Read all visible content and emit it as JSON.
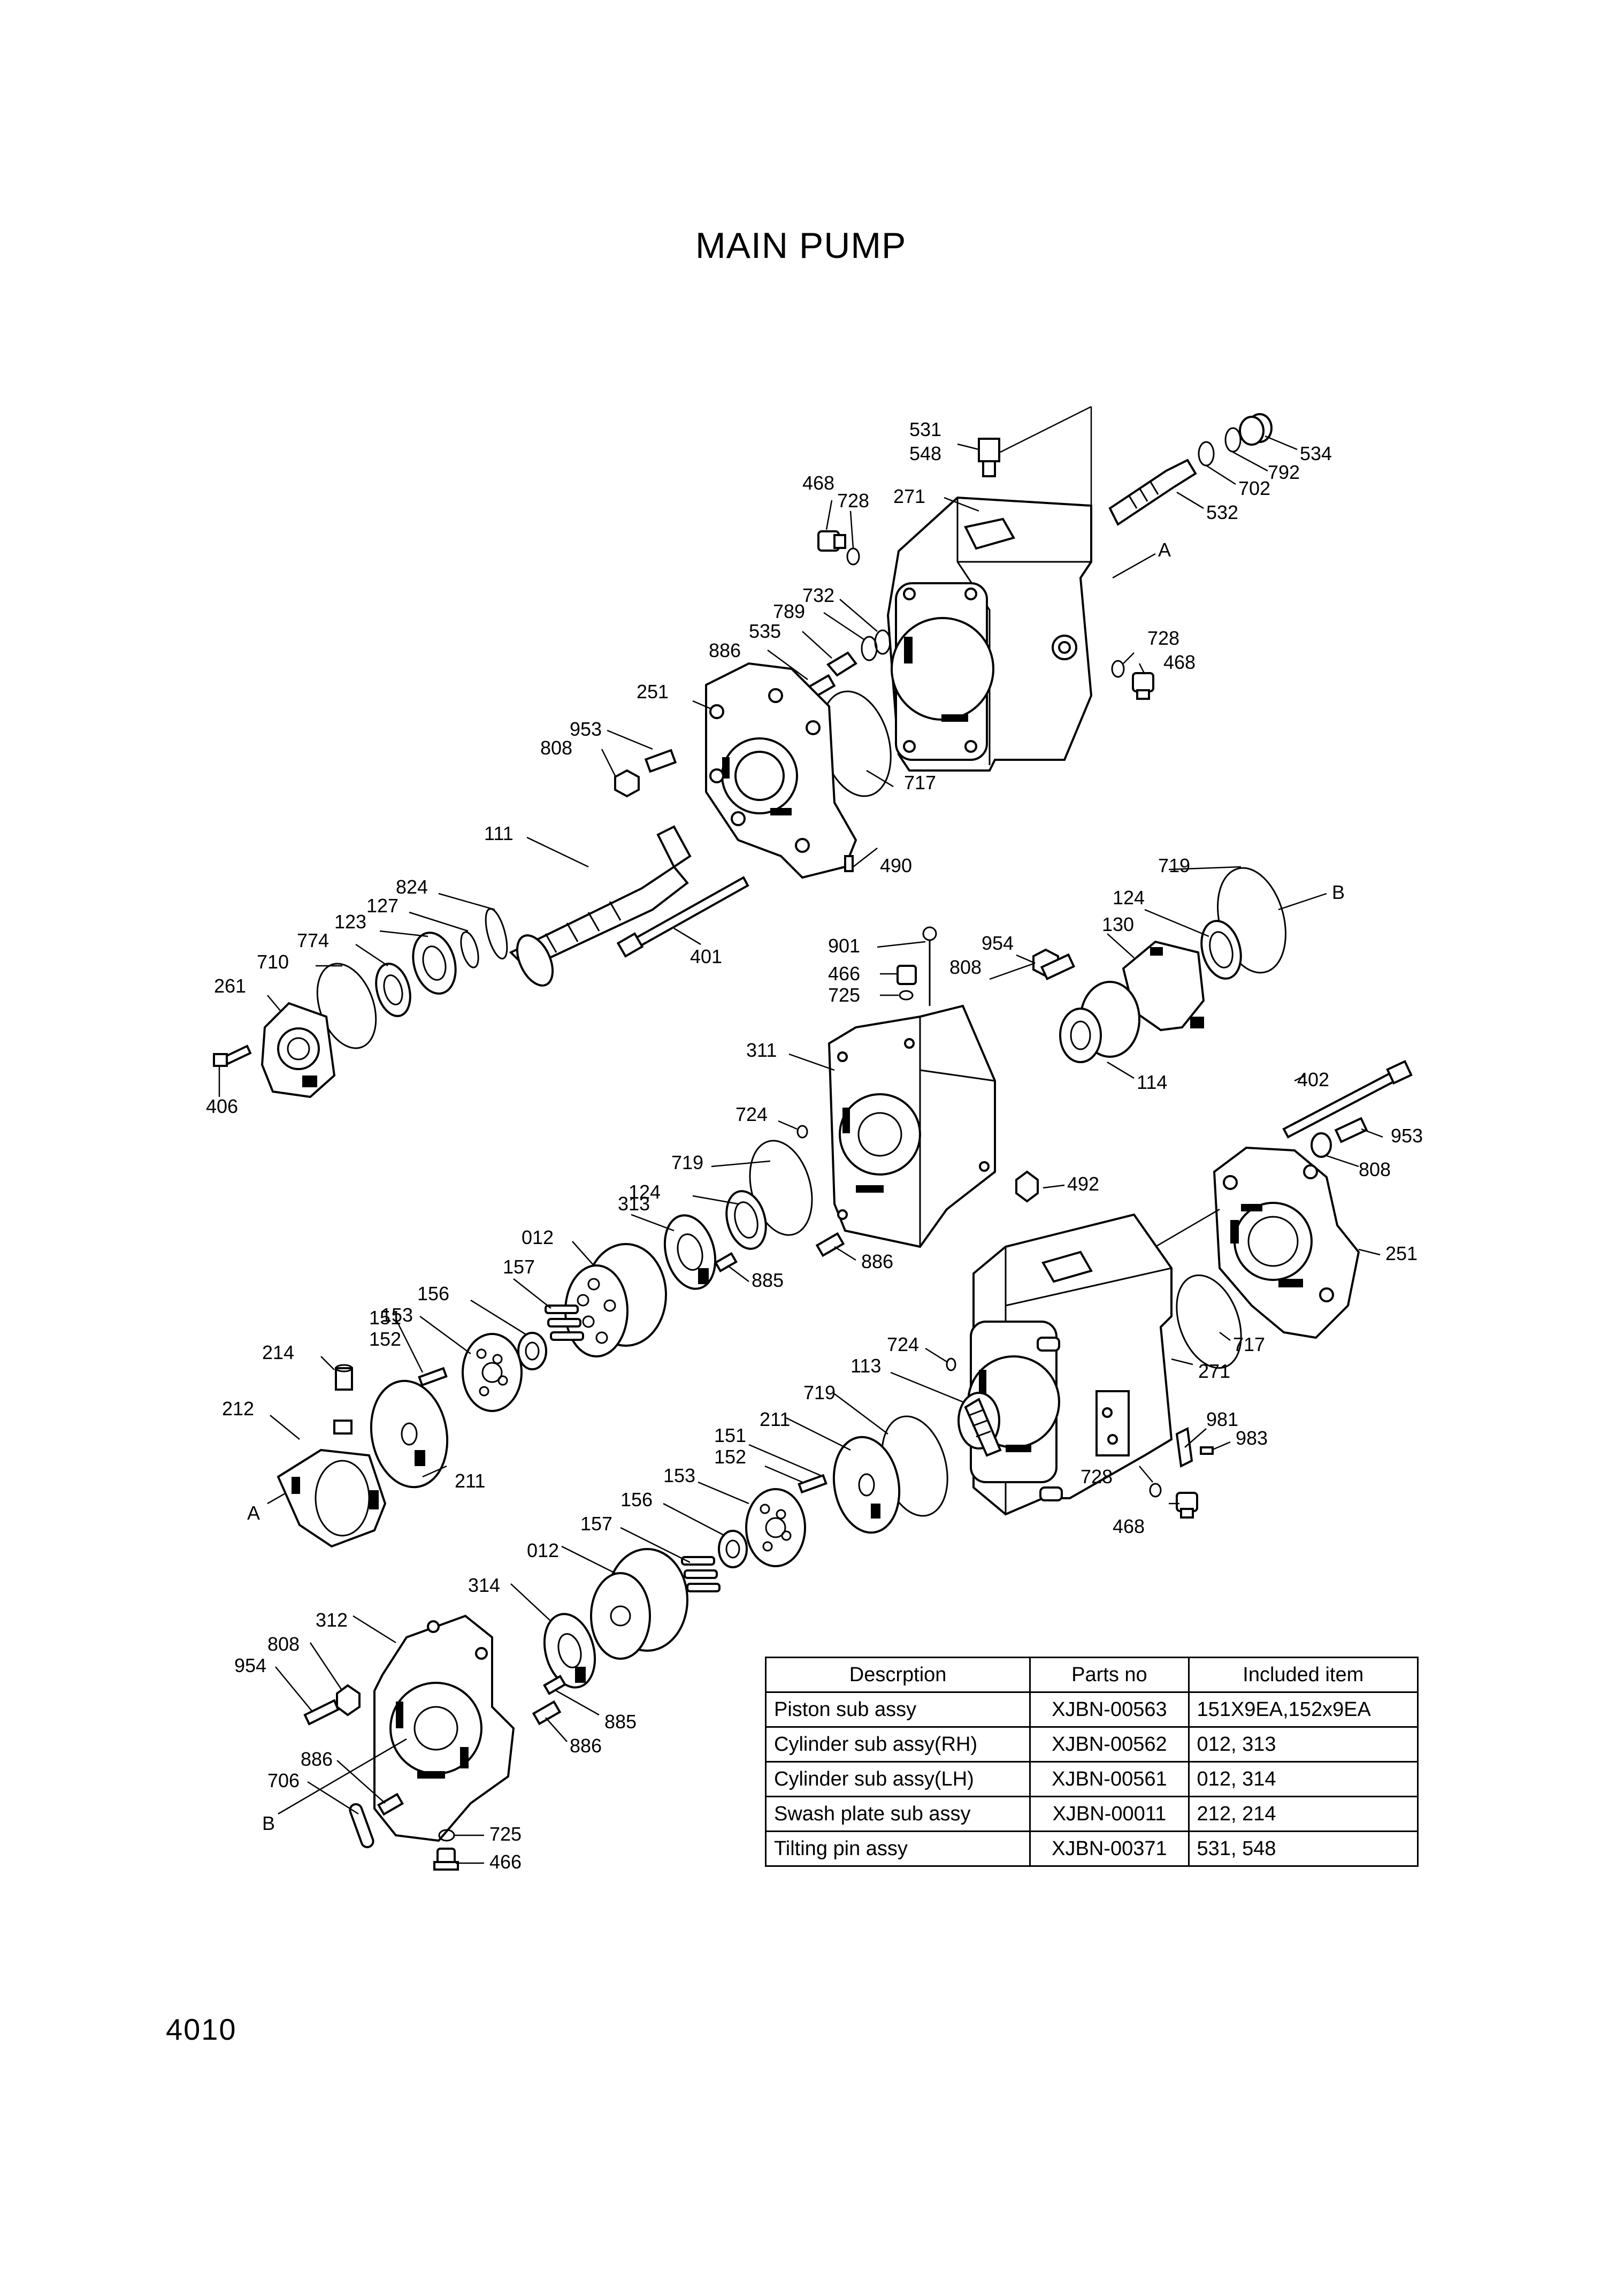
{
  "title": "MAIN PUMP",
  "page_number": "4010",
  "callouts": [
    "531",
    "548",
    "534",
    "468",
    "728",
    "271",
    "792",
    "702",
    "532",
    "A",
    "732",
    "789",
    "535",
    "886",
    "728",
    "468",
    "251",
    "953",
    "808",
    "717",
    "111",
    "490",
    "824",
    "127",
    "123",
    "774",
    "710",
    "261",
    "401",
    "406",
    "719",
    "B",
    "901",
    "954",
    "124",
    "130",
    "466",
    "808",
    "725",
    "311",
    "114",
    "724",
    "719",
    "124",
    "402",
    "313",
    "492",
    "953",
    "808",
    "012",
    "886",
    "885",
    "251",
    "157",
    "156",
    "151",
    "152",
    "153",
    "214",
    "212",
    "211",
    "A",
    "724",
    "113",
    "719",
    "717",
    "271",
    "151",
    "211",
    "152",
    "153",
    "156",
    "157",
    "012",
    "314",
    "312",
    "808",
    "954",
    "886",
    "706",
    "B",
    "885",
    "886",
    "725",
    "466",
    "981",
    "983",
    "728",
    "468"
  ],
  "table": {
    "headers": [
      "Descrption",
      "Parts no",
      "Included item"
    ],
    "rows": [
      {
        "description": "Piston sub assy",
        "parts_no": "XJBN-00563",
        "included": "151X9EA,152x9EA"
      },
      {
        "description": "Cylinder sub assy(RH)",
        "parts_no": "XJBN-00562",
        "included": "012, 313"
      },
      {
        "description": "Cylinder sub assy(LH)",
        "parts_no": "XJBN-00561",
        "included": "012, 314"
      },
      {
        "description": "Swash plate sub assy",
        "parts_no": "XJBN-00011",
        "included": "212, 214"
      },
      {
        "description": "Tilting pin assy",
        "parts_no": "XJBN-00371",
        "included": "531, 548"
      }
    ]
  }
}
